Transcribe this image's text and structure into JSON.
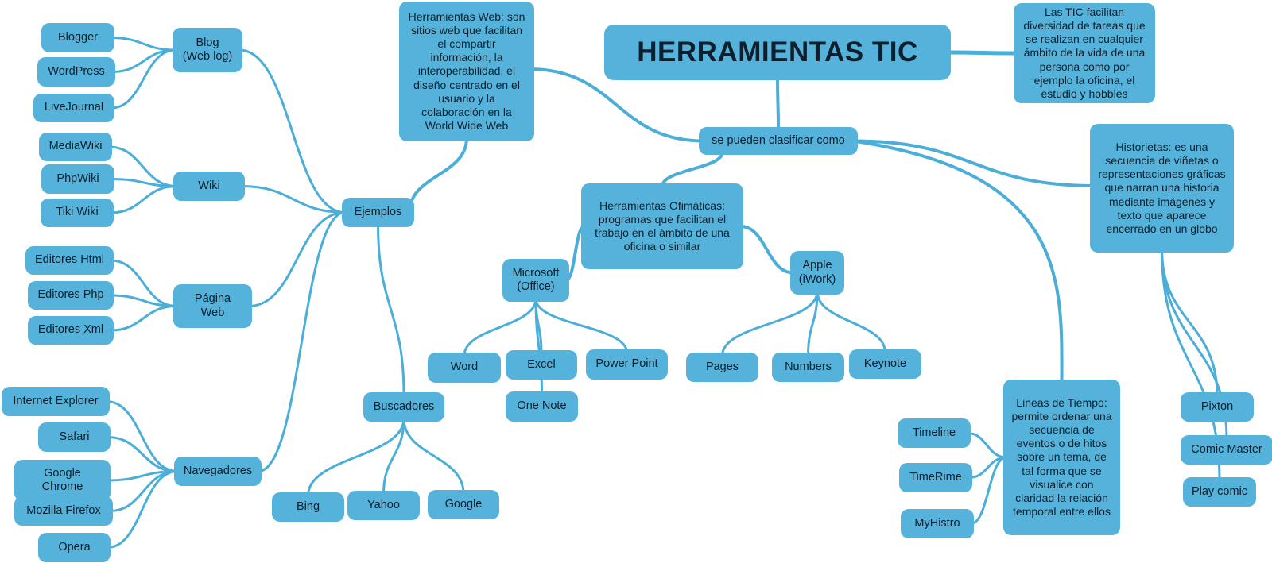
{
  "colors": {
    "node": "#55b3db",
    "link": "#4aaed8",
    "text": "#0d1f2c",
    "background": "#ffffff"
  },
  "title": "HERRAMIENTAS TIC",
  "intro": "Las TIC facilitan diversidad de tareas que se realizan en cualquier ámbito de la vida de una persona como por ejemplo la oficina, el estudio y hobbies",
  "classify": "se pueden clasificar como",
  "web_tools": {
    "label": "Herramientas Web: son sitios web que facilitan el compartir información, la interoperabilidad, el diseño centrado en el usuario y la colaboración en la World Wide Web",
    "examples": "Ejemplos",
    "blog": "Blog\n(Web log)",
    "blog_items": [
      "Blogger",
      "WordPress",
      "LiveJournal"
    ],
    "wiki": "Wiki",
    "wiki_items": [
      "MediaWiki",
      "PhpWiki",
      "Tiki Wiki"
    ],
    "webpage": "Página\nWeb",
    "webpage_items": [
      "Editores Html",
      "Editores Php",
      "Editores Xml"
    ],
    "browsers": "Navegadores",
    "browser_items": [
      "Internet Explorer",
      "Safari",
      "Google\nChrome",
      "Mozilla Firefox",
      "Opera"
    ],
    "search": "Buscadores",
    "search_items": [
      "Bing",
      "Yahoo",
      "Google"
    ]
  },
  "office_tools": {
    "label": "Herramientas Ofimáticas: programas que facilitan el trabajo en el ámbito de una oficina o similar",
    "microsoft": "Microsoft\n(Office)",
    "microsoft_items": [
      "Word",
      "Excel",
      "Power Point",
      "One Note"
    ],
    "apple": "Apple\n(iWork)",
    "apple_items": [
      "Pages",
      "Numbers",
      "Keynote"
    ]
  },
  "timelines": {
    "label": "Lineas de Tiempo: permite ordenar una secuencia de eventos o de hitos sobre un tema, de tal forma que se visualice con claridad la relación temporal entre ellos",
    "items": [
      "Timeline",
      "TimeRime",
      "MyHistro"
    ]
  },
  "comics": {
    "label": "Historietas: es una secuencia de viñetas o representaciones gráficas que narran una historia mediante imágenes y texto que aparece encerrado en un globo",
    "items": [
      "Pixton",
      "Comic Master",
      "Play comic"
    ]
  }
}
